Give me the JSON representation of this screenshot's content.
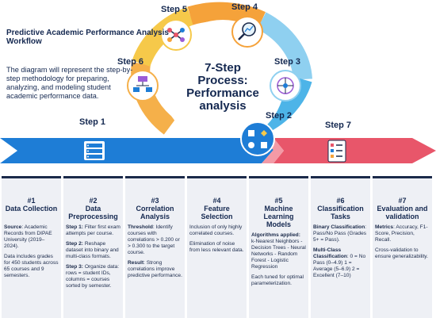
{
  "header": {
    "title": "Predictive Academic Performance Analysis Workflow",
    "description": "The diagram will represent the step-by-step methodology for preparing, analyzing, and modeling student academic performance data."
  },
  "center": {
    "title": "7-Step Process: Performance analysis"
  },
  "step_labels": [
    "Step 1",
    "Step 2",
    "Step 3",
    "Step 4",
    "Step 5",
    "Step 6",
    "Step 7"
  ],
  "colors": {
    "navy": "#1b2a4a",
    "blue_arrow": "#1e7dd6",
    "red_arrow": "#e8566a",
    "ring_orange": "#f5a23a",
    "ring_yellow": "#f6c94a",
    "ring_blue": "#4db4e8",
    "column_bg": "#eef0f5"
  },
  "columns": [
    {
      "num": "#1",
      "title": "Data Collection",
      "icon": "server-icon",
      "paras": [
        {
          "b": "Source",
          "t": ": Academic Records from DIPAE University (2019–2024)."
        },
        {
          "b": "",
          "t": "Data includes grades for 450 students across 65 courses and 9 semesters."
        }
      ]
    },
    {
      "num": "#2",
      "title": "Data Preprocessing",
      "icon": "flowchart-icon",
      "paras": [
        {
          "b": "Step 1:",
          "t": " Filter first exam attempts per course."
        },
        {
          "b": "Step 2:",
          "t": " Reshape dataset into binary and multi-class formats."
        },
        {
          "b": "Step 3:",
          "t": " Organize data: rows = student IDs, columns = courses sorted by semester."
        }
      ]
    },
    {
      "num": "#3",
      "title": "Correlation Analysis",
      "icon": "correlation-icon",
      "paras": [
        {
          "b": "Threshold",
          "t": ": Identify courses with correlations > 0.200 or > 0.300 to the target course."
        },
        {
          "b": "Result",
          "t": ": Strong correlations improve predictive performance."
        }
      ]
    },
    {
      "num": "#4",
      "title": "Feature Selection",
      "icon": "magnifier-chart-icon",
      "paras": [
        {
          "b": "",
          "t": "Inclusion of only highly correlated courses."
        },
        {
          "b": "",
          "t": "Elimination of noise from less relevant data."
        }
      ]
    },
    {
      "num": "#5",
      "title": "Machine Learning Models",
      "icon": "network-icon",
      "paras": [
        {
          "b": "Algorithms applied:",
          "t": " k-Nearest Neighbors - Decision Trees - Neural Networks - Random Forest - Logistic Regression"
        },
        {
          "b": "",
          "t": "Each tuned for optimal parameterization."
        }
      ]
    },
    {
      "num": "#6",
      "title": "Classification Tasks",
      "icon": "checklist-icon",
      "paras": [
        {
          "b": "Binary Classification",
          "t": ": Pass/No Pass (Grades 5+ = Pass)."
        },
        {
          "b": "Multi-Class Classification",
          "t": ": 0 = No Pass (0–4.9) 1 = Average (5–6.9) 2 = Excellent (7–10)"
        }
      ]
    },
    {
      "num": "#7",
      "title": "Evaluation and validation",
      "icon": "checklist-icon",
      "paras": [
        {
          "b": "Metrics",
          "t": ": Accuracy, F1-Score, Precision, Recall."
        },
        {
          "b": "",
          "t": "Cross-validation to ensure generalizability."
        }
      ]
    }
  ]
}
